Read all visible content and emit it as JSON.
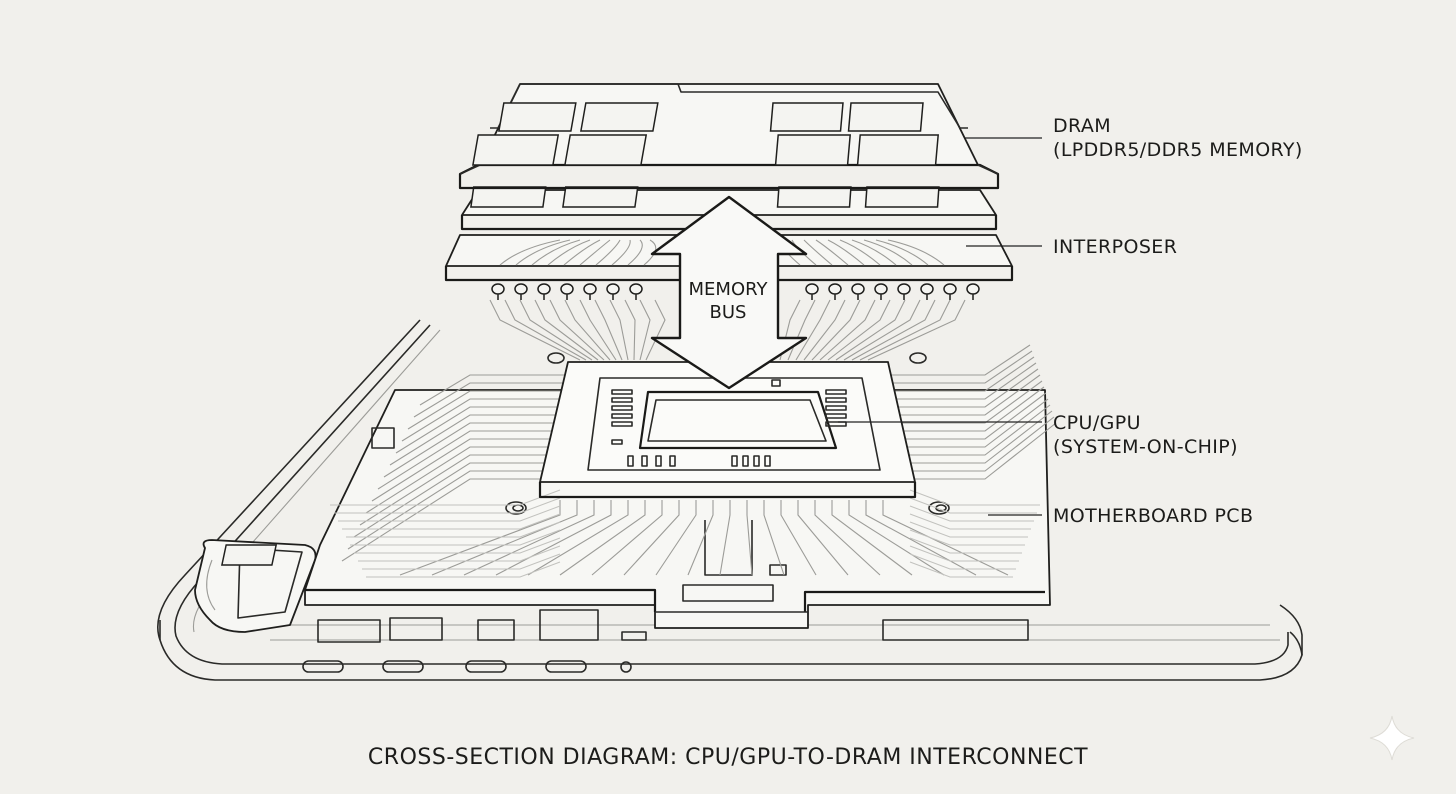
{
  "labels": {
    "dram_line1": "DRAM",
    "dram_line2": "(LPDDR5/DDR5 MEMORY)",
    "interposer": "INTERPOSER",
    "cpu_line1": "CPU/GPU",
    "cpu_line2": "(SYSTEM-ON-CHIP)",
    "motherboard": "MOTHERBOARD PCB",
    "bus_line1": "MEMORY",
    "bus_line2": "BUS"
  },
  "caption": "CROSS-SECTION DIAGRAM: CPU/GPU-TO-DRAM INTERCONNECT",
  "icons": {
    "watermark": "sparkle-icon"
  },
  "colors": {
    "background": "#f1f0ec",
    "ink": "#1f1f1d",
    "trace": "#9c9c98"
  }
}
